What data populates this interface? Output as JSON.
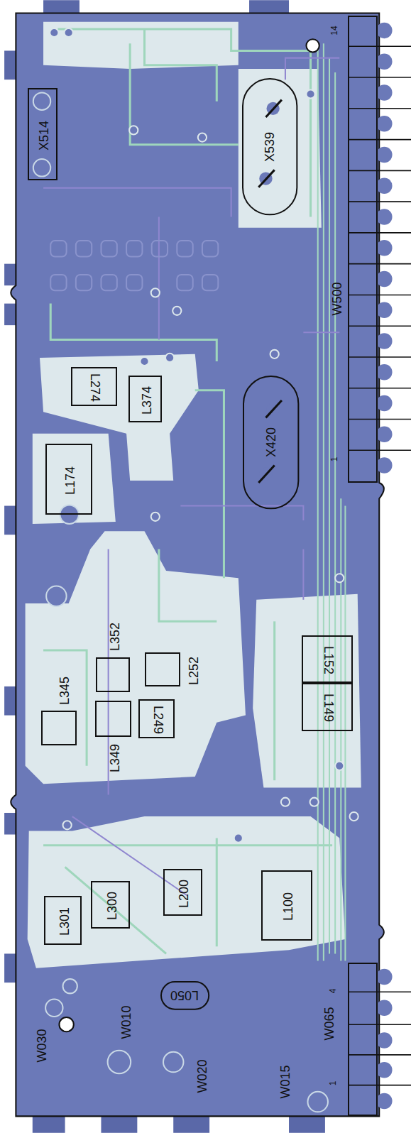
{
  "diagram": {
    "nodes": [
      {
        "text": [
          "X514"
        ]
      },
      {
        "text": [
          "X539"
        ]
      },
      {
        "text": [
          "W500"
        ]
      },
      {
        "text": [
          "L274"
        ]
      },
      {
        "text": [
          "L374"
        ]
      },
      {
        "text": [
          "L174"
        ]
      },
      {
        "text": [
          "X420"
        ]
      },
      {
        "text": [
          "L352"
        ]
      },
      {
        "text": [
          "L252"
        ]
      },
      {
        "text": [
          "L345"
        ]
      },
      {
        "text": [
          "L349"
        ]
      },
      {
        "text": [
          "L249"
        ]
      },
      {
        "text": [
          "L152"
        ]
      },
      {
        "text": [
          "L149"
        ]
      },
      {
        "text": [
          "L301"
        ]
      },
      {
        "text": [
          "L300"
        ]
      },
      {
        "text": [
          "L200"
        ]
      },
      {
        "text": [
          "L100"
        ]
      },
      {
        "text": [
          "L050"
        ]
      },
      {
        "text": [
          "W065"
        ]
      }
    ],
    "edges": [],
    "labels": [
      "14",
      "1",
      "4",
      "1",
      "W030",
      "W010",
      "W020",
      "W015"
    ]
  }
}
